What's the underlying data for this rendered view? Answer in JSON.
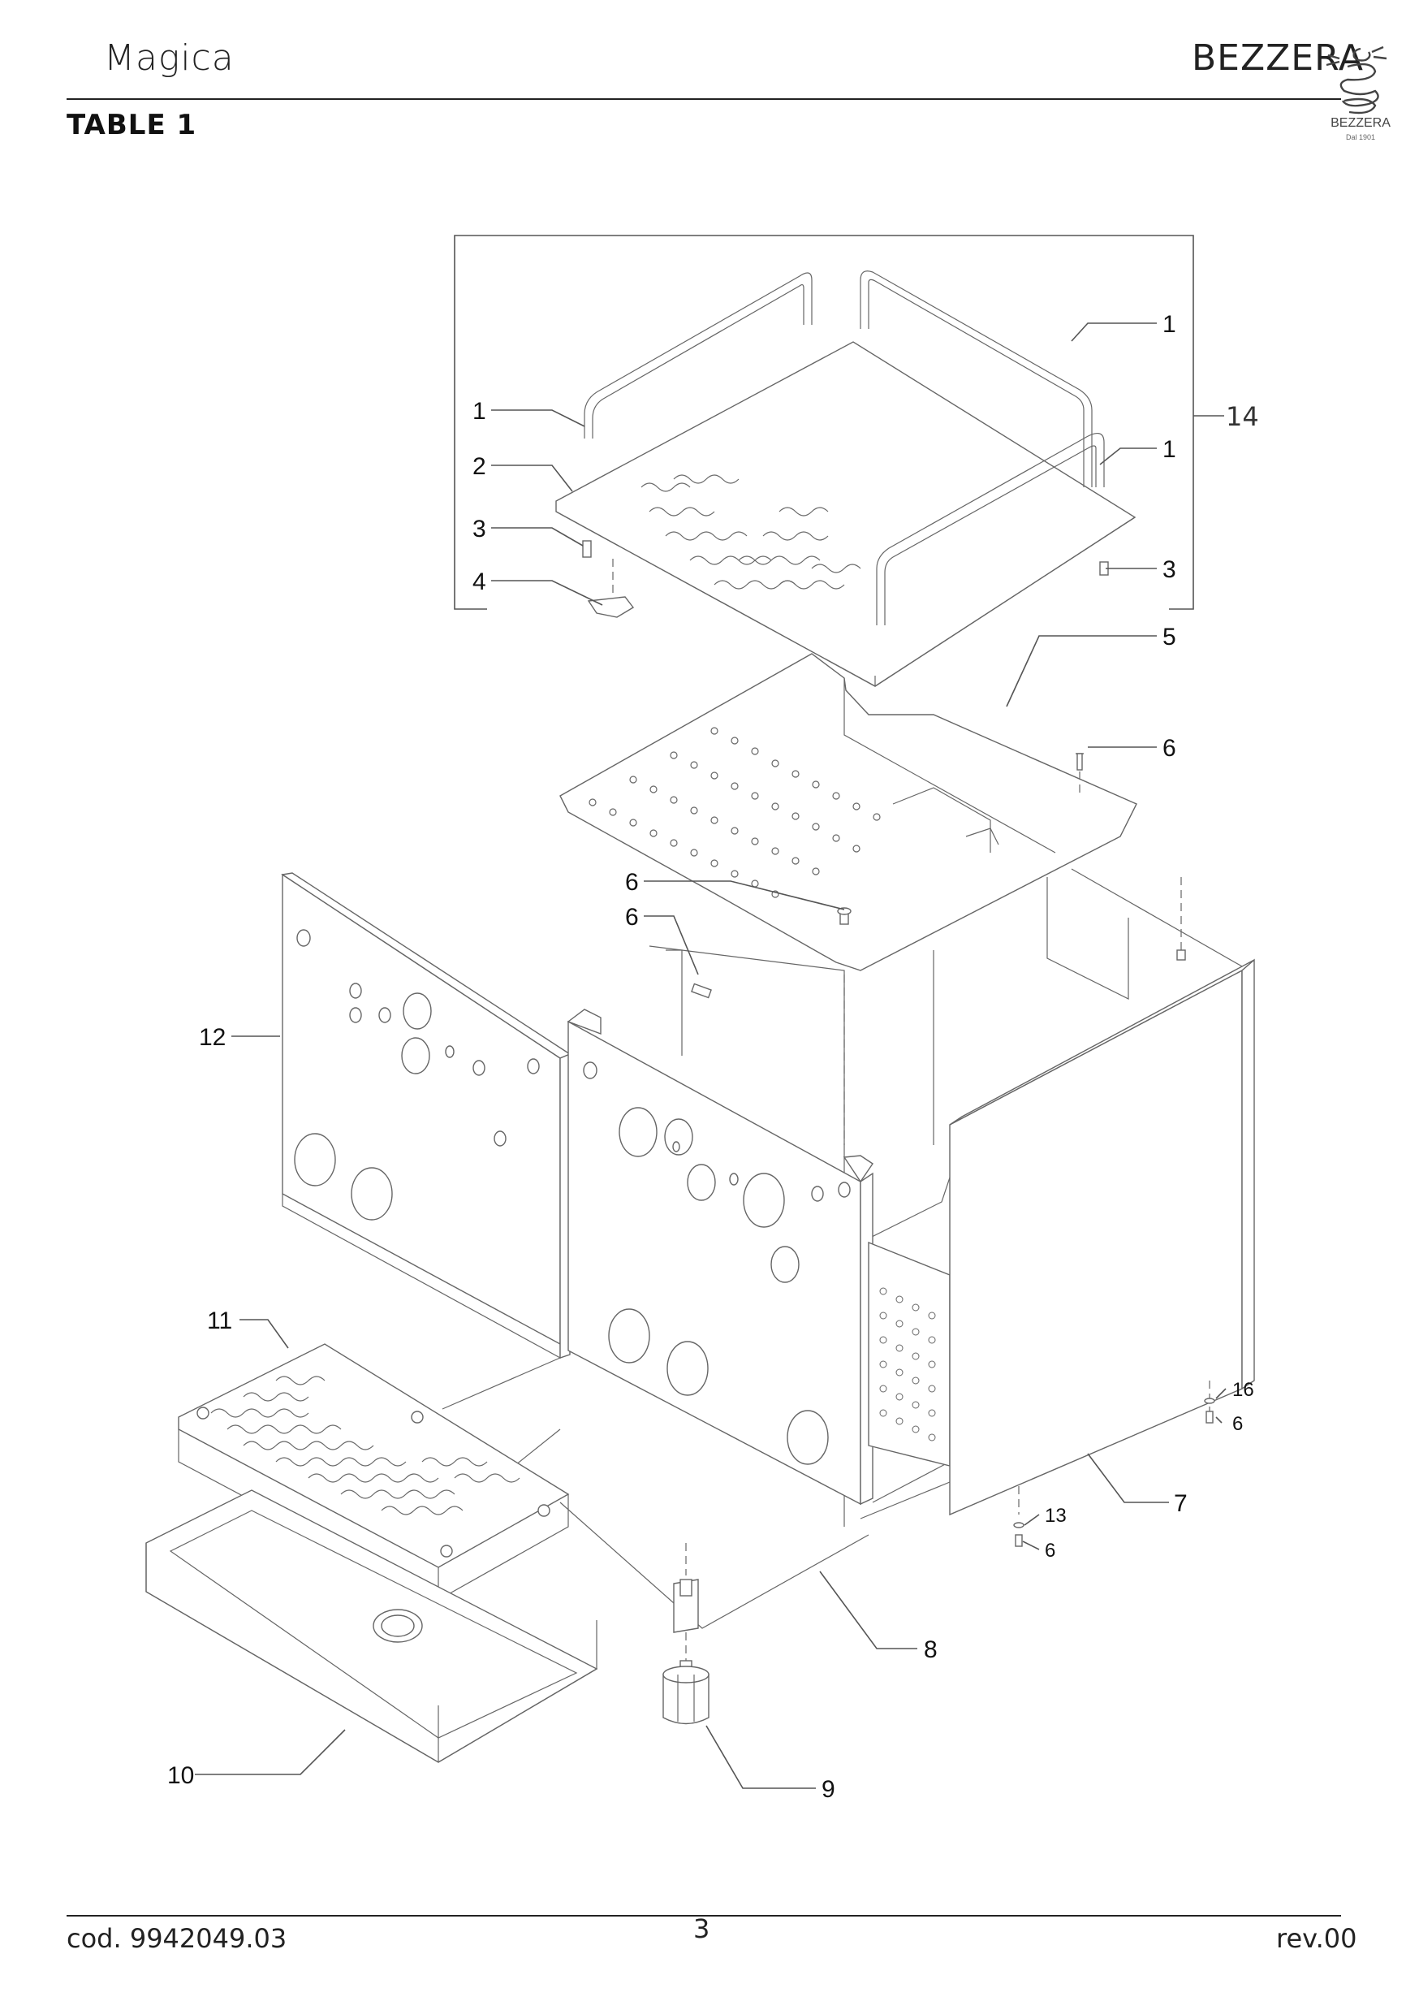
{
  "header": {
    "model": "Magica",
    "brand": "BEZZERA",
    "table_title": "TABLE 1",
    "logo_text": "BEZZERA",
    "logo_subtext": "Dal 1901"
  },
  "footer": {
    "code": "cod. 9942049.03",
    "page": "3",
    "revision": "rev.00"
  },
  "callouts": [
    {
      "id": "c1a",
      "label": "1"
    },
    {
      "id": "c1b",
      "label": "1"
    },
    {
      "id": "c1c",
      "label": "1"
    },
    {
      "id": "c2",
      "label": "2"
    },
    {
      "id": "c3a",
      "label": "3"
    },
    {
      "id": "c3b",
      "label": "3"
    },
    {
      "id": "c4",
      "label": "4"
    },
    {
      "id": "c14",
      "label": "14"
    },
    {
      "id": "c5",
      "label": "5"
    },
    {
      "id": "c6a",
      "label": "6"
    },
    {
      "id": "c6b",
      "label": "6"
    },
    {
      "id": "c6c",
      "label": "6"
    },
    {
      "id": "c12",
      "label": "12"
    },
    {
      "id": "c11",
      "label": "11"
    },
    {
      "id": "c16",
      "label": "16"
    },
    {
      "id": "c6d",
      "label": "6"
    },
    {
      "id": "c7",
      "label": "7"
    },
    {
      "id": "c13",
      "label": "13"
    },
    {
      "id": "c6e",
      "label": "6"
    },
    {
      "id": "c8",
      "label": "8"
    },
    {
      "id": "c10",
      "label": "10"
    },
    {
      "id": "c9",
      "label": "9"
    }
  ]
}
